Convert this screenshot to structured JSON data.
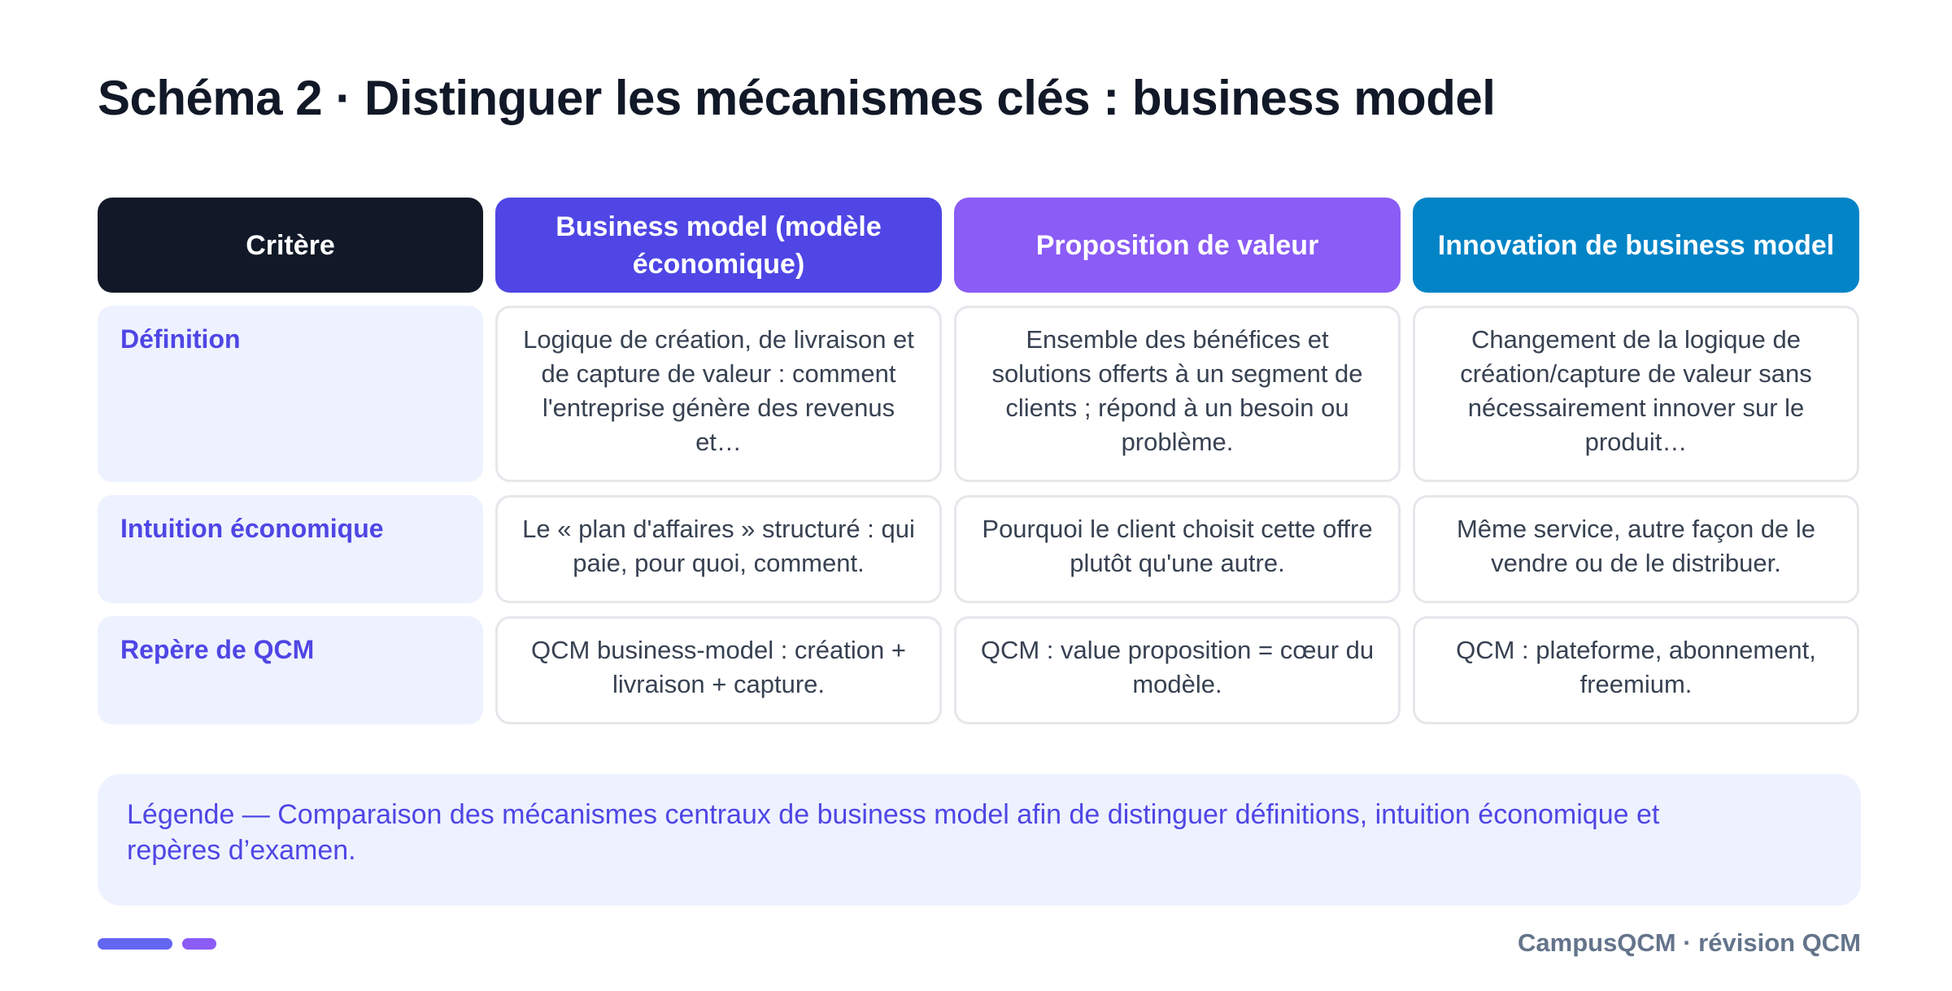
{
  "title": "Schéma 2 · Distinguer les mécanismes clés : business model",
  "headers": [
    "Critère",
    "Business model (modèle économique)",
    "Proposition de valeur",
    "Innovation de business model"
  ],
  "rows": [
    {
      "label": "Définition",
      "cells": [
        "Logique de création, de livraison et de capture de valeur : comment l'entreprise génère des revenus et…",
        "Ensemble des bénéfices et solutions offerts à un segment de clients ; répond à un besoin ou problème.",
        "Changement de la logique de création/capture de valeur sans nécessairement innover sur le produit…"
      ]
    },
    {
      "label": "Intuition économique",
      "cells": [
        "Le « plan d'affaires » structuré : qui paie, pour quoi, comment.",
        "Pourquoi le client choisit cette offre plutôt qu'une autre.",
        "Même service, autre façon de le vendre ou de le distribuer."
      ]
    },
    {
      "label": "Repère de QCM",
      "cells": [
        "QCM business-model : création + livraison + capture.",
        "QCM : value proposition = cœur du modèle.",
        "QCM : plateforme, abonnement, freemium."
      ]
    }
  ],
  "legend": "Légende — Comparaison des mécanismes centraux de business model afin de distinguer définitions, intuition économique et repères d’examen.",
  "footer": {
    "brand": "CampusQCM · révision QCM"
  },
  "colors": {
    "header_criteria": "#111827",
    "header_business_model": "#4f46e5",
    "header_value_proposition": "#8b5cf6",
    "header_innovation": "#0284c7",
    "row_label_text": "#4f46e5",
    "row_label_bg": "#eef2ff"
  }
}
